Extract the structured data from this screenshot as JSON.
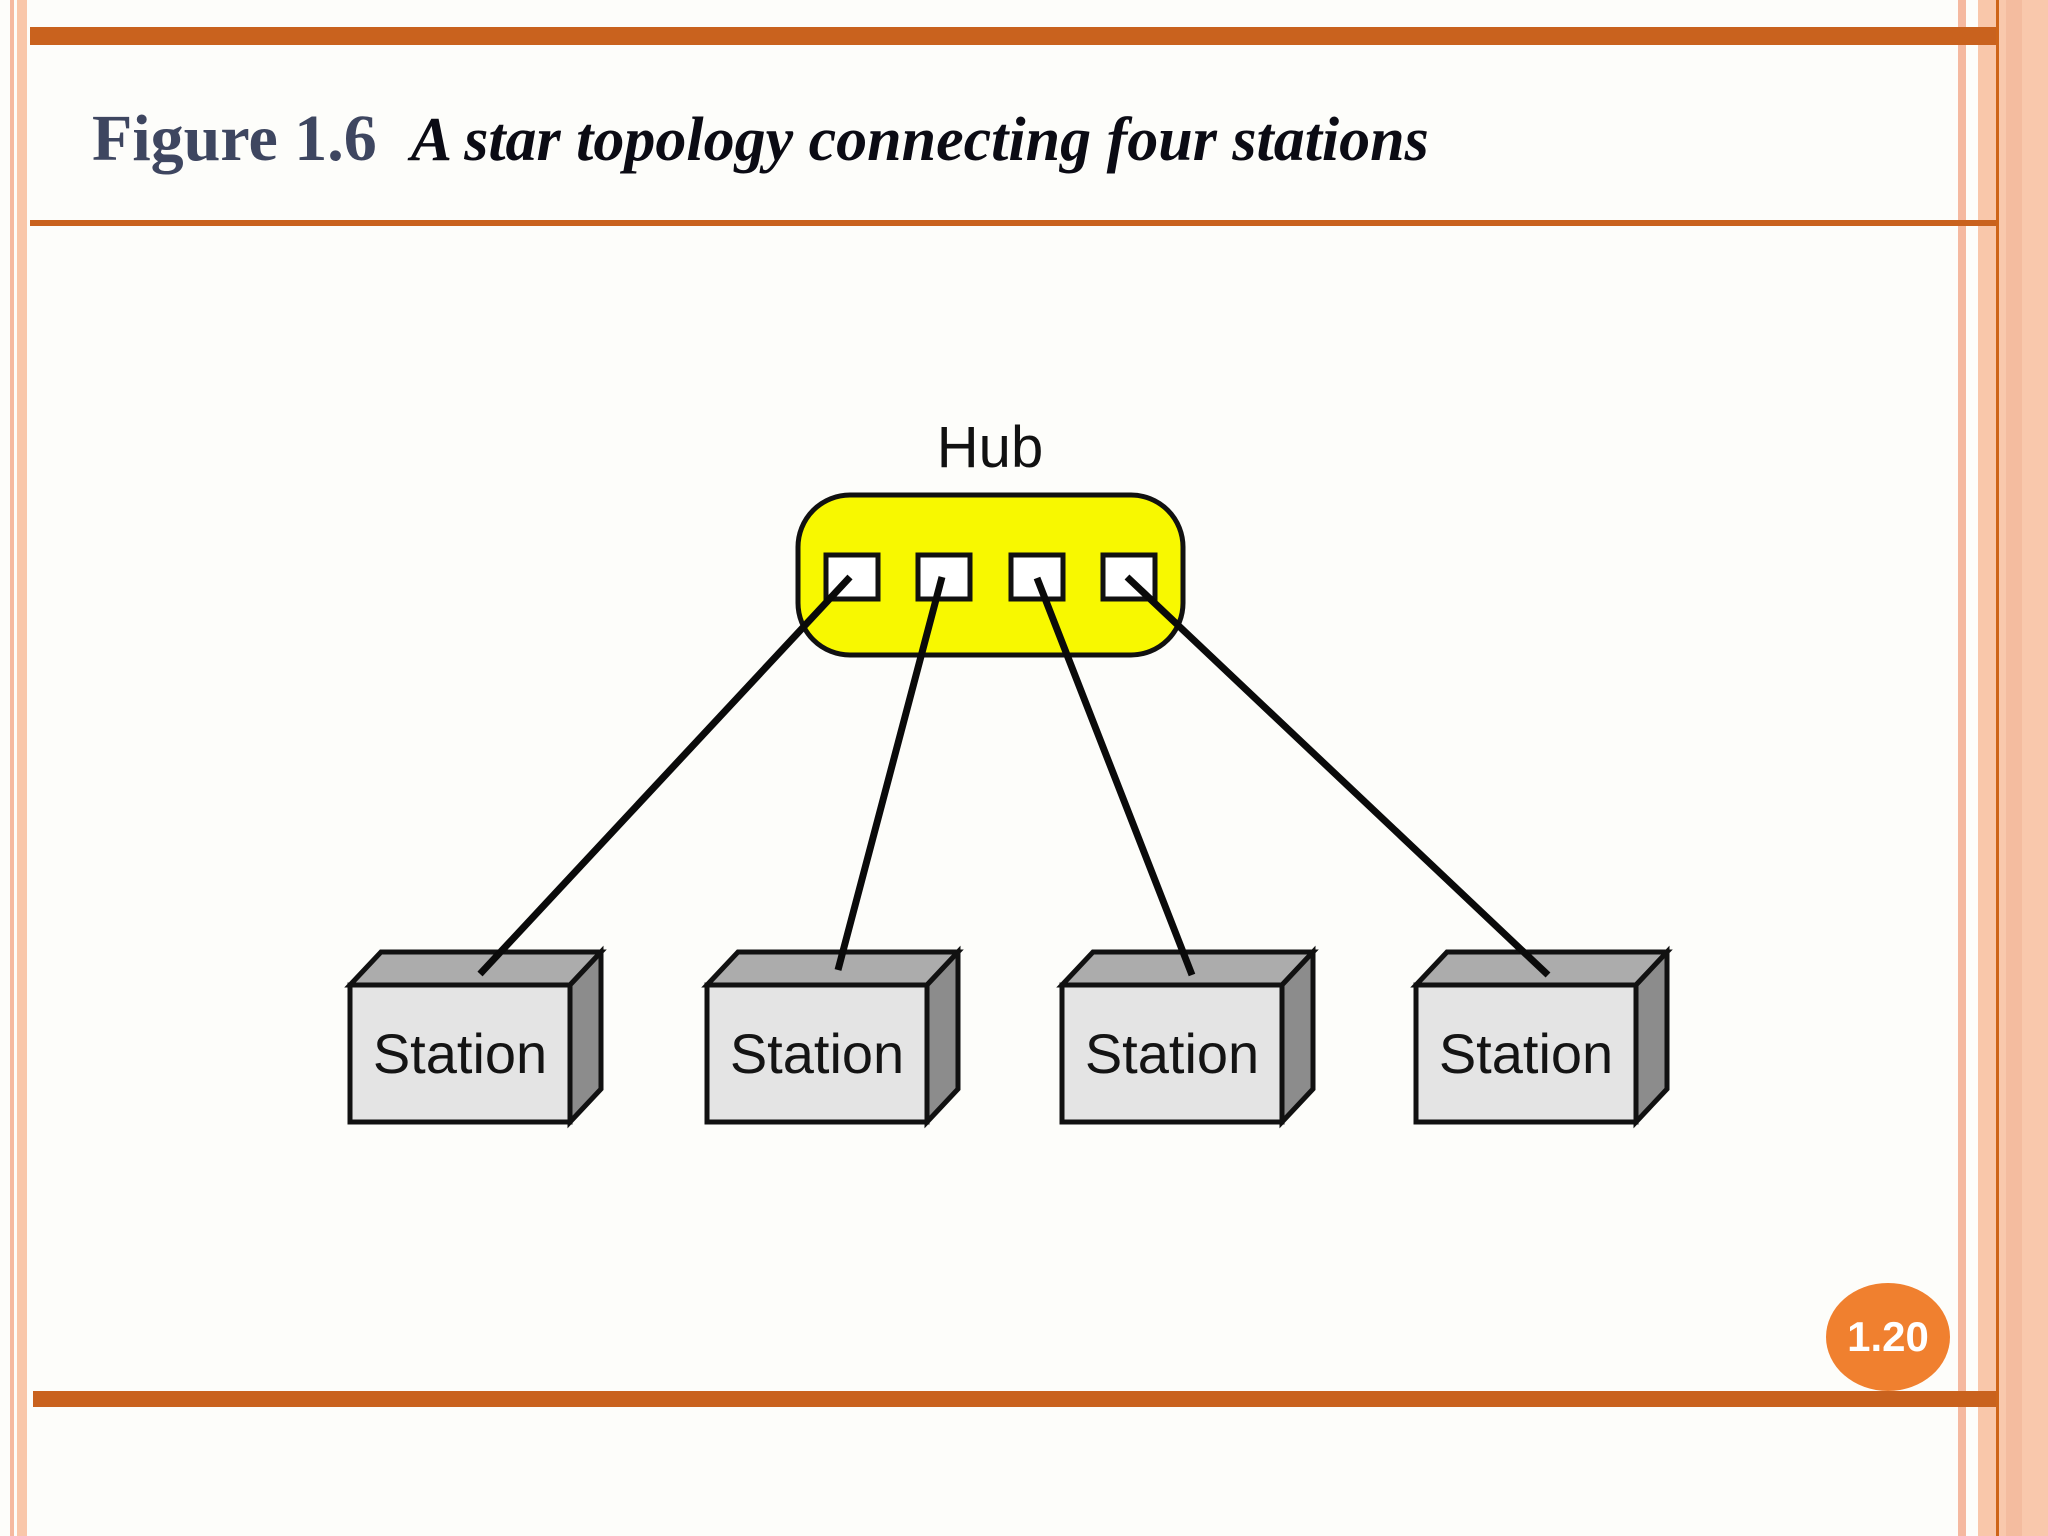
{
  "slide": {
    "figure_label": "Figure 1.6",
    "figure_caption": "A star topology connecting four stations",
    "page_number": "1.20"
  },
  "diagram": {
    "hub_label": "Hub",
    "stations": [
      {
        "label": "Station"
      },
      {
        "label": "Station"
      },
      {
        "label": "Station"
      },
      {
        "label": "Station"
      }
    ]
  },
  "theme": {
    "accent_bar_color": "#C9621E",
    "badge_color": "#F0802F",
    "badge_text_color": "#FFFFFF",
    "title_color": "#3E4660",
    "caption_color": "#0B0B14",
    "stripe_pink": "#F5B9A0",
    "stripe_peach": "#F9C7AA",
    "side_band_line_color": "#CE6418",
    "hub_fill": "#F8F800",
    "outline_color": "#111111",
    "port_fill": "#FFFFFF",
    "station_front_fill": "#E4E4E4",
    "station_top_fill": "#ACACAC",
    "station_side_fill": "#8C8C8C"
  }
}
